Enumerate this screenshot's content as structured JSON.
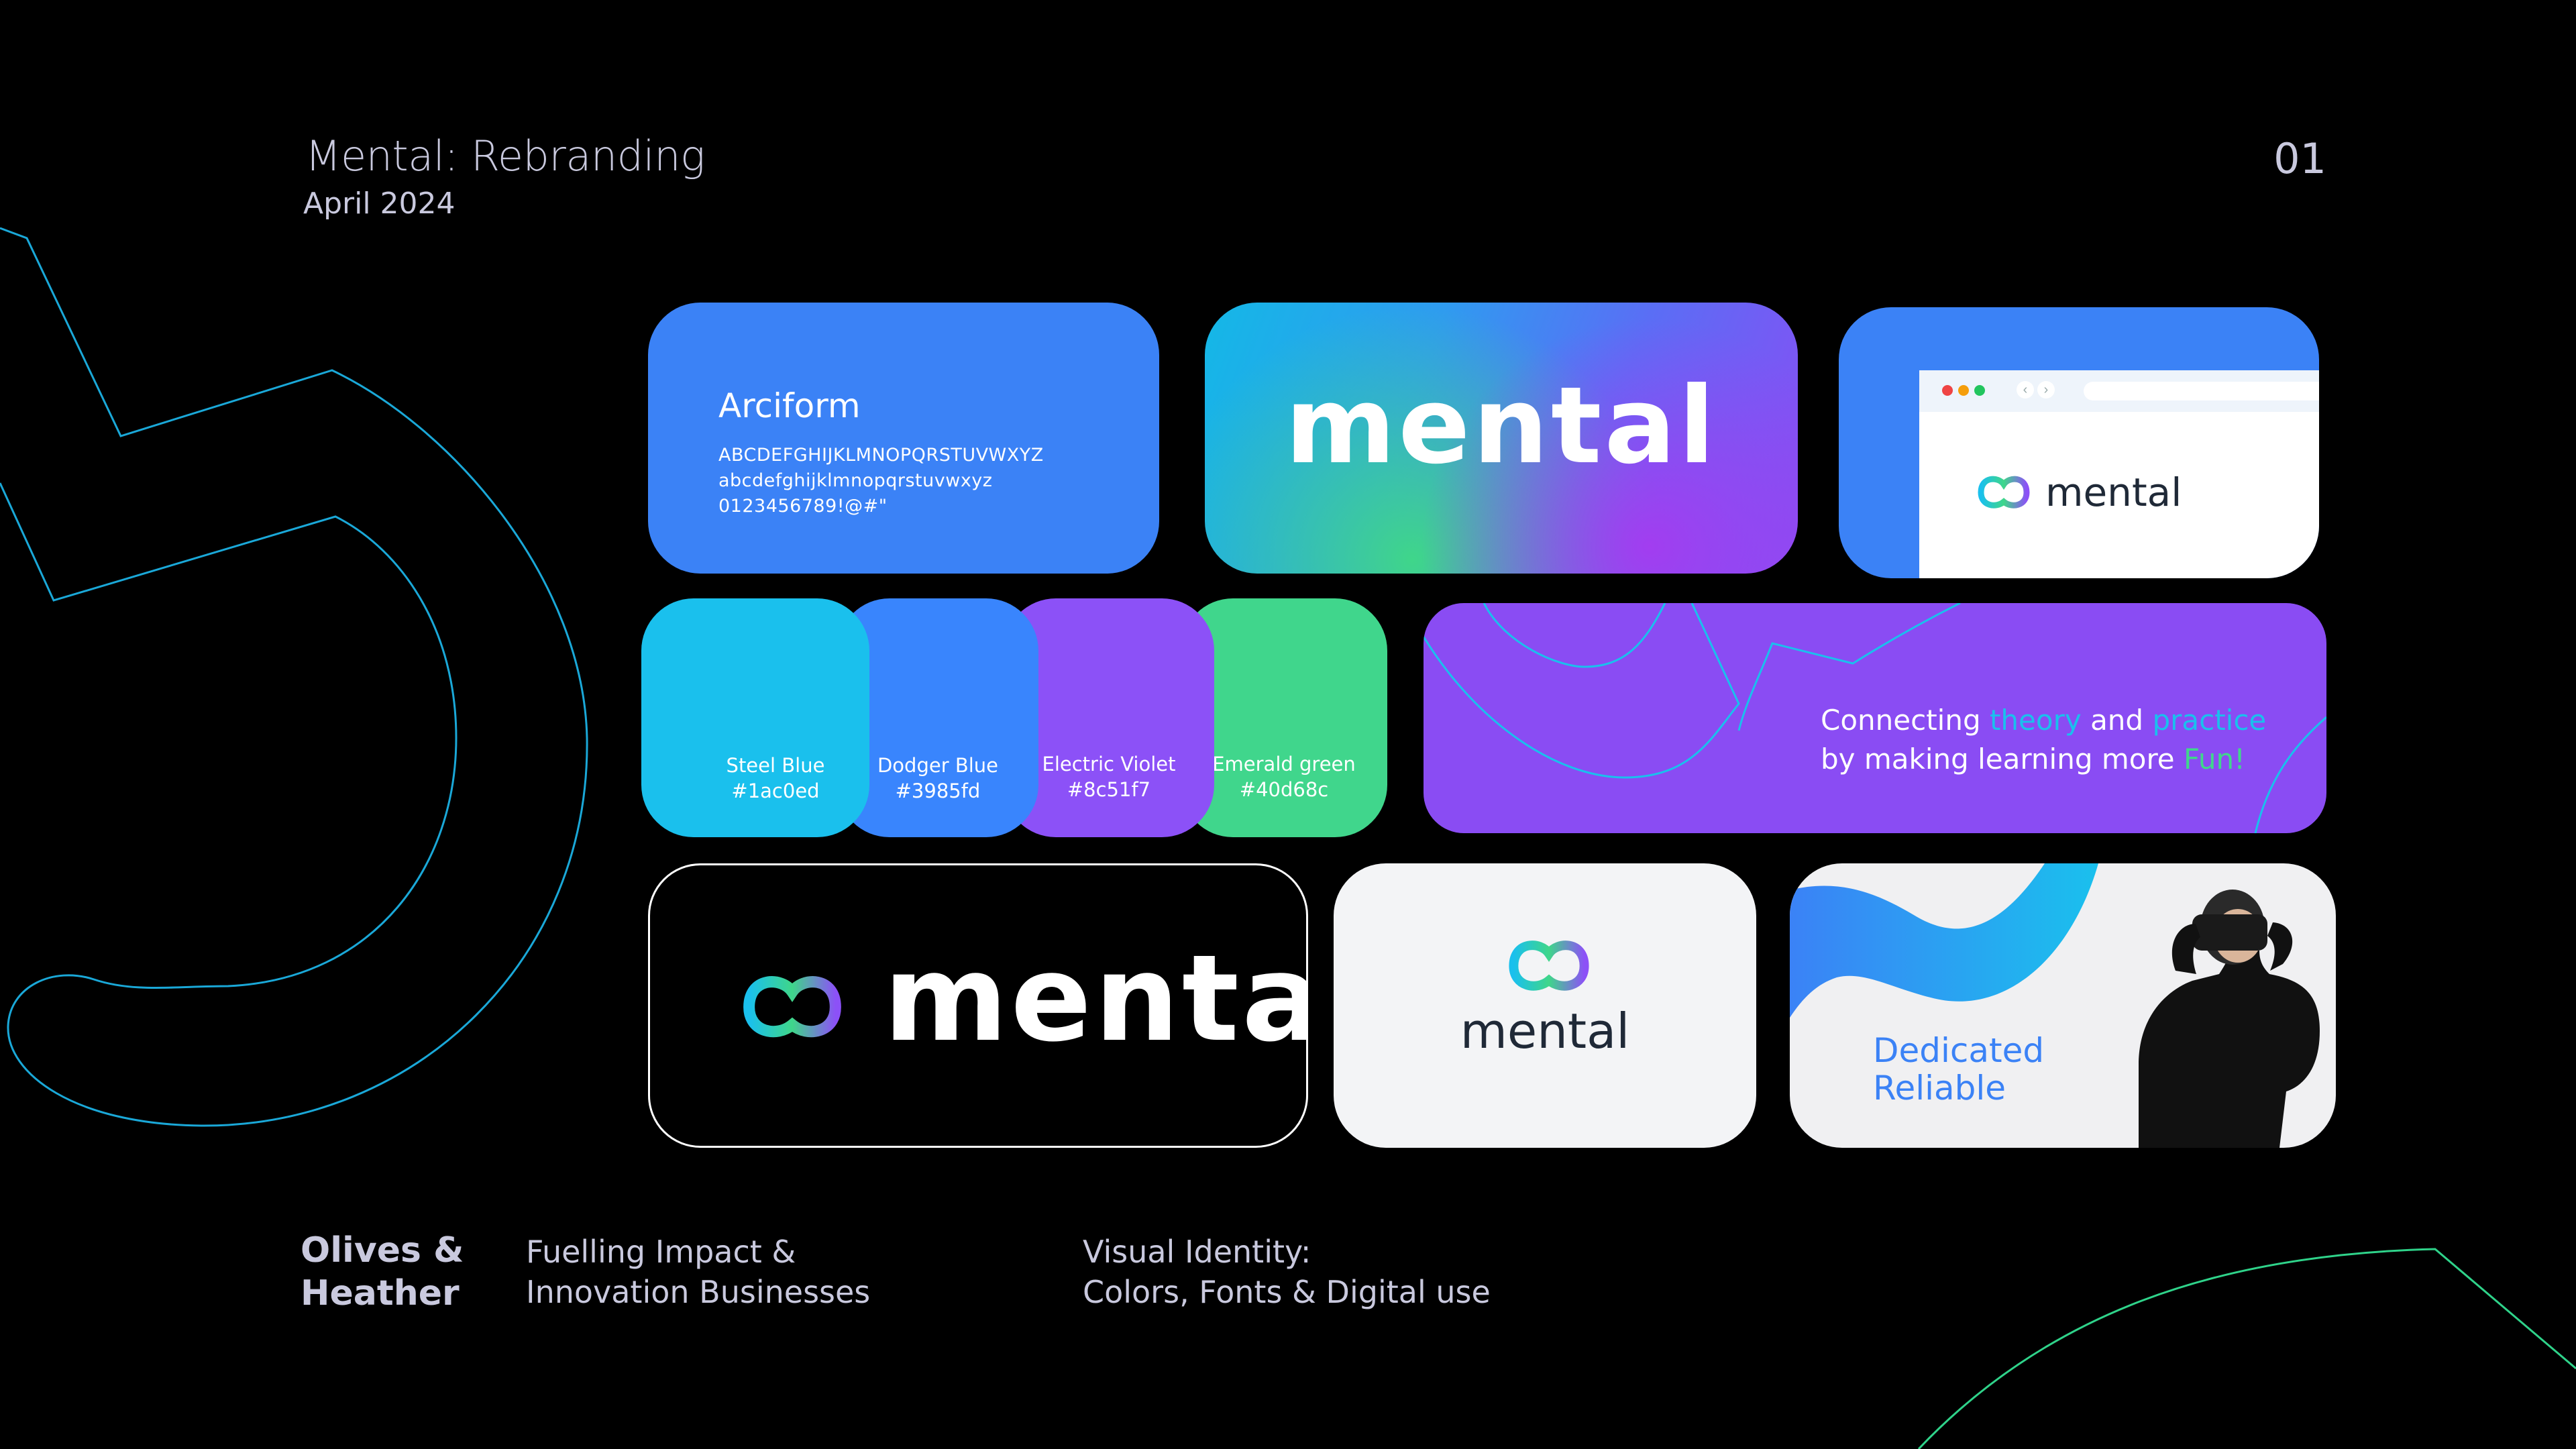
{
  "header": {
    "title": "Mental: Rebranding",
    "date": "April 2024",
    "page_number": "01"
  },
  "typography": {
    "font_name": "Arciform",
    "uppercase": "ABCDEFGHIJKLMNOPQRSTUVWXYZ",
    "lowercase": "abcdefghijklmnopqrstuvwxyz",
    "numerals": "0123456789!@#\""
  },
  "brand_word": "mental",
  "palette": [
    {
      "name": "Steel Blue",
      "hex": "#1ac0ed"
    },
    {
      "name": "Dodger Blue",
      "hex": "#3985fd"
    },
    {
      "name": "Electric Violet",
      "hex": "#8c51f7"
    },
    {
      "name": "Emerald green",
      "hex": "#40d68c"
    }
  ],
  "tagline_card": {
    "line1_a": "Connecting ",
    "line1_b": "theory",
    "line1_c": " and ",
    "line1_d": "practice",
    "line2_a": "by making learning more ",
    "line2_b": "Fun!"
  },
  "photo_card": {
    "line1": "Dedicated",
    "line2": "Reliable"
  },
  "footer": {
    "brand_line1": "Olives &",
    "brand_line2": "Heather",
    "tagline_line1": "Fuelling Impact &",
    "tagline_line2": "Innovation Businesses",
    "visual_identity_line1": "Visual Identity:",
    "visual_identity_line2": "Colors, Fonts & Digital use"
  },
  "icons": [
    "mental-logo-icon",
    "browser-back-icon",
    "browser-forward-icon"
  ]
}
